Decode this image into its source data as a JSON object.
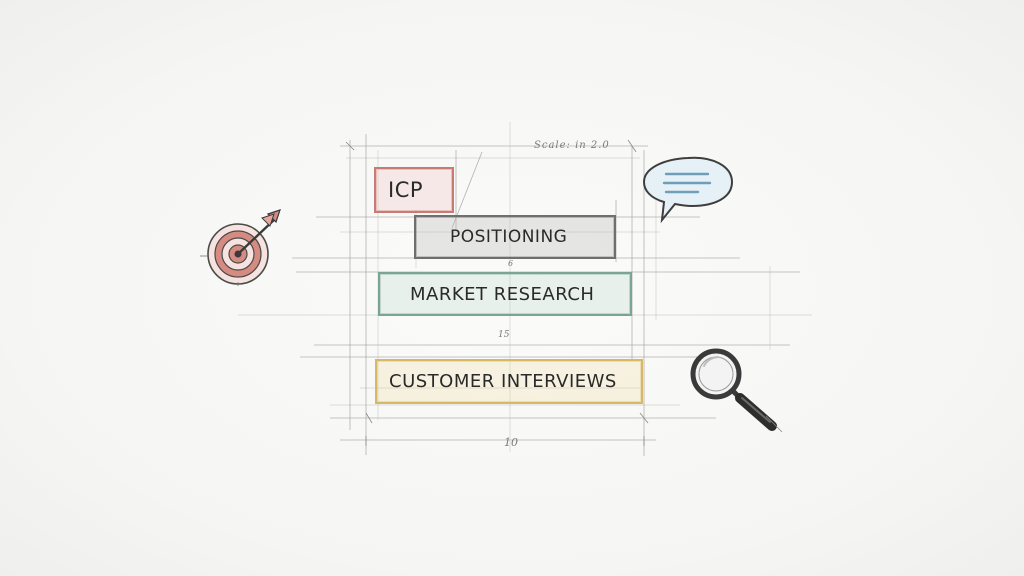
{
  "diagram": {
    "bars": [
      {
        "id": "icp",
        "label": "ICP"
      },
      {
        "id": "positioning",
        "label": "POSITIONING"
      },
      {
        "id": "market-research",
        "label": "MARKET  RESEARCH"
      },
      {
        "id": "customer-interviews",
        "label": "CUSTOMER  INTERVIEWS"
      }
    ],
    "dimension_labels": {
      "top": "Scale: in 2.0",
      "bottom": "10",
      "middle": "15",
      "small": "6"
    },
    "icons": {
      "left": "target-dart-icon",
      "top_right": "speech-bubble-icon",
      "bottom_right": "magnifying-glass-icon"
    },
    "colors": {
      "icp": "#c97a72",
      "positioning": "#6f6f6f",
      "market_research": "#7aa595",
      "customer_interviews": "#d6b866",
      "target": "#d58a82",
      "bubble": "#6f9fb8"
    }
  }
}
